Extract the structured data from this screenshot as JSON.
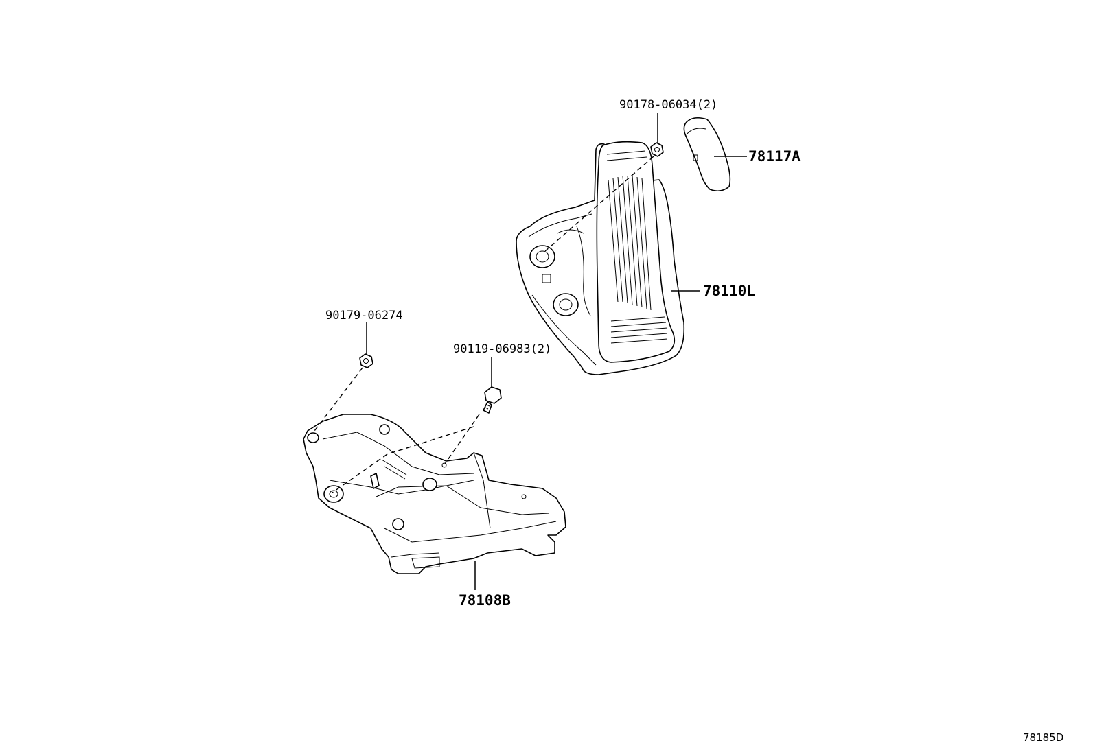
{
  "parts": {
    "nut_upper": {
      "number": "90178-06034(2)"
    },
    "pad": {
      "number": "78117A"
    },
    "pedal_assembly": {
      "number": "78110L"
    },
    "nut_lower": {
      "number": "90179-06274"
    },
    "bolt": {
      "number": "90119-06983(2)"
    },
    "bracket": {
      "number": "78108B"
    }
  },
  "diagram_ref": "78185D"
}
